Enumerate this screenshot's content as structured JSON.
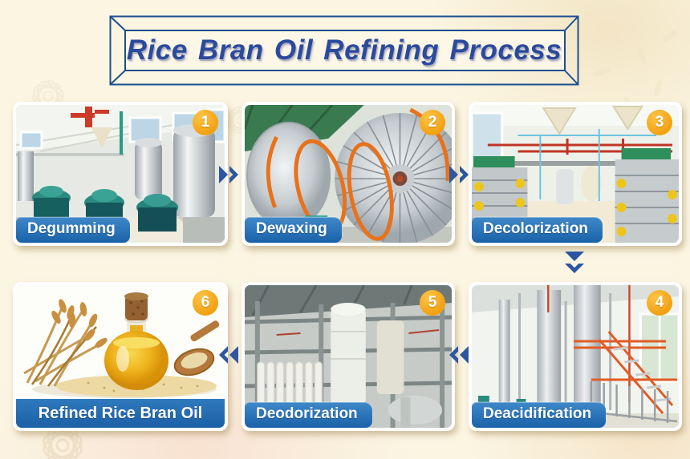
{
  "title": "Rice Bran Oil Refining Process",
  "steps": [
    {
      "number": "1",
      "label": "Degumming",
      "photo": "oil degumming workshop with steel tanks and teal centrifugal separators"
    },
    {
      "number": "2",
      "label": "Dewaxing",
      "photo": "large steel plate-filter discs with orange frames"
    },
    {
      "number": "3",
      "label": "Decolorization",
      "photo": "decolorization plant with filter racks, yellow valves and red overhead pipes"
    },
    {
      "number": "4",
      "label": "Deacidification",
      "photo": "tall deacidification towers with orange railings and stairs"
    },
    {
      "number": "5",
      "label": "Deodorization",
      "photo": "deodorization steel structure with white vertical pipe bank"
    },
    {
      "number": "6",
      "label": "Refined Rice Bran Oil",
      "photo": "bottle of golden rice bran oil with rice stalks, grains and wooden spoon"
    }
  ],
  "flow": {
    "arrows": [
      {
        "from": "1",
        "to": "2",
        "direction": "right"
      },
      {
        "from": "2",
        "to": "3",
        "direction": "right"
      },
      {
        "from": "3",
        "to": "4",
        "direction": "down"
      },
      {
        "from": "4",
        "to": "5",
        "direction": "left"
      },
      {
        "from": "5",
        "to": "6",
        "direction": "left"
      }
    ]
  },
  "colors": {
    "background": "#FBF5E2",
    "title_text": "#2B4A9B",
    "title_border": "#1D4E8F",
    "label_bg": "#1C60A6",
    "label_text": "#FFFFFF",
    "badge_bg": "#F2A112",
    "badge_text": "#FFFFFF",
    "arrow": "#2D55A0",
    "panel_border": "#FFFFFF"
  }
}
